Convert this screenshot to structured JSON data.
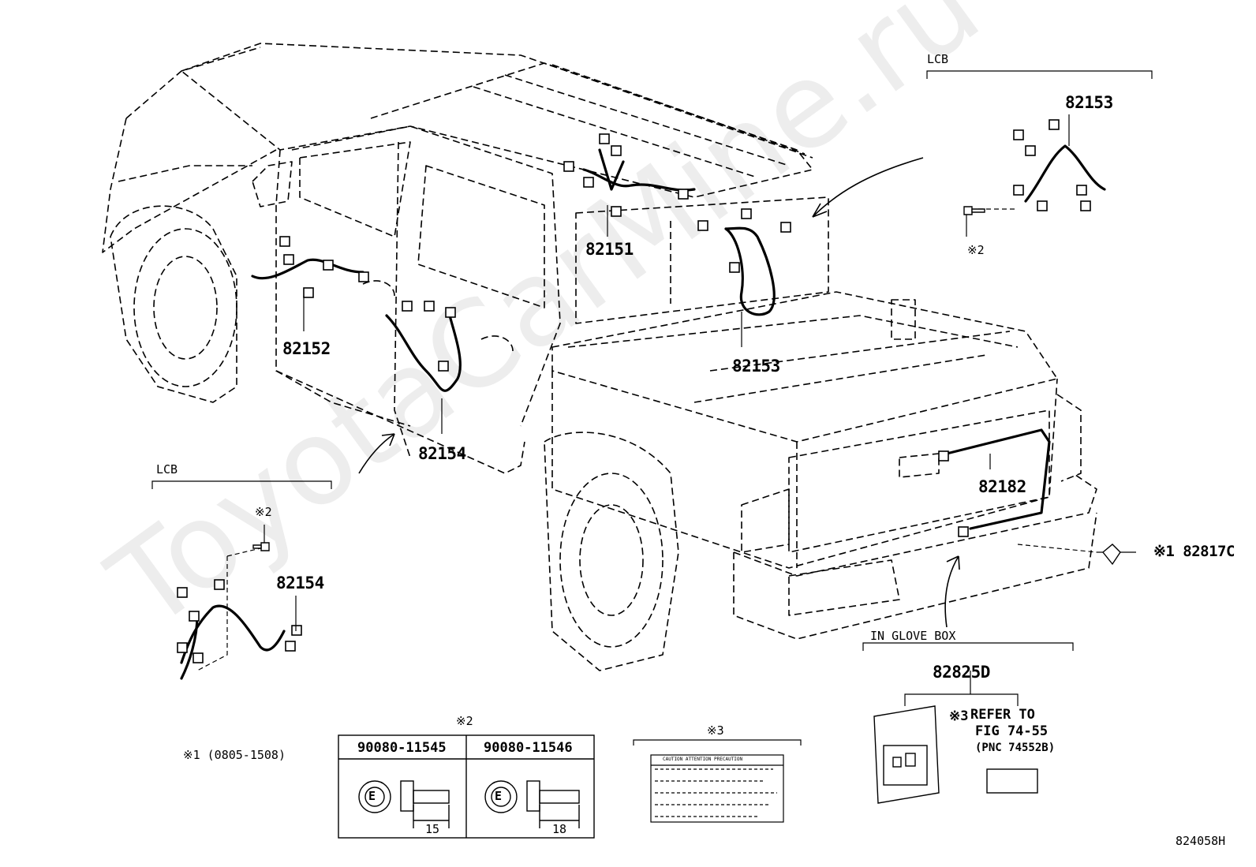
{
  "labels": {
    "p82151": "82151",
    "p82152": "82152",
    "p82153_body": "82153",
    "p82153_inset": "82153",
    "p82154_body": "82154",
    "p82154_inset": "82154",
    "p82182": "82182",
    "p82817c": "※1 82817C",
    "p82825d": "82825D",
    "lcb_top": "LCB",
    "lcb_left": "LCB",
    "note2_top": "※2",
    "note2_left": "※2",
    "note1_range": "※1 (0805-1508)",
    "in_glove_box": "IN GLOVE BOX",
    "refer_mark": "※3",
    "refer_line1": "REFER TO",
    "refer_line2": "FIG 74-55",
    "refer_line3": "(PNC 74552B)",
    "bolt_group_mark": "※2",
    "bolt1_part": "90080-11545",
    "bolt2_part": "90080-11546",
    "bolt1_len": "15",
    "bolt2_len": "18",
    "bolt_head_letter": "E",
    "caution_group_mark": "※3",
    "caution_label_text": "CAUTION ATTENTION PRECAUTION",
    "figure_id": "824058H"
  },
  "watermark": "ToyotaCarMine.ru"
}
